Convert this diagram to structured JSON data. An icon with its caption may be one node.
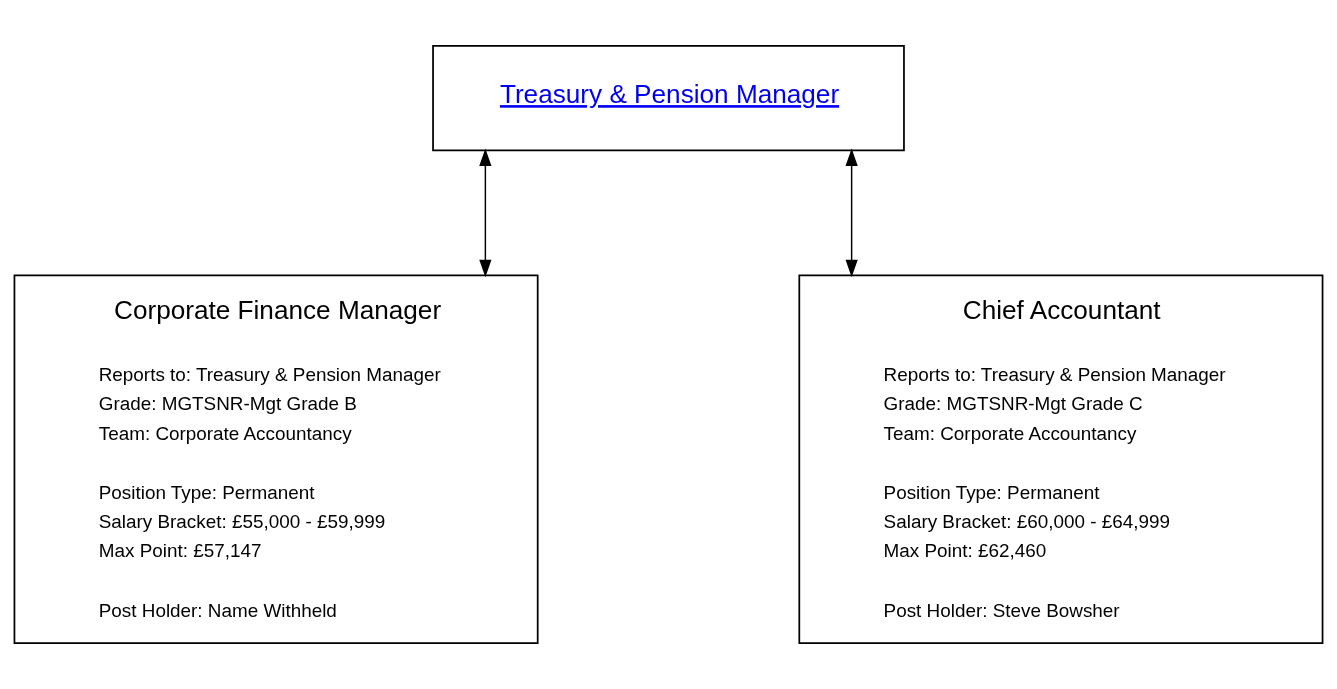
{
  "diagram": {
    "nodes": [
      {
        "text": [
          "Treasury & Pension Manager"
        ]
      },
      {
        "text": [
          "Corporate Finance Manager",
          "Reports to: Treasury & Pension Manager",
          "Grade: MGTSNR-Mgt Grade B",
          "Team: Corporate Accountancy",
          "Position Type: Permanent",
          "Salary Bracket: £55,000 - £59,999",
          "Max Point: £57,147",
          "Post Holder: Name Withheld"
        ]
      },
      {
        "text": [
          "Chief Accountant",
          "Reports to: Treasury & Pension Manager",
          "Grade: MGTSNR-Mgt Grade C",
          "Team: Corporate Accountancy",
          "Position Type: Permanent",
          "Salary Bracket: £60,000 - £64,999",
          "Max Point: £62,460",
          "Post Holder: Steve Bowsher"
        ]
      }
    ],
    "edges": [
      {
        "from": 0,
        "to": 1,
        "arrow": "both"
      },
      {
        "from": 0,
        "to": 2,
        "arrow": "both"
      }
    ]
  }
}
